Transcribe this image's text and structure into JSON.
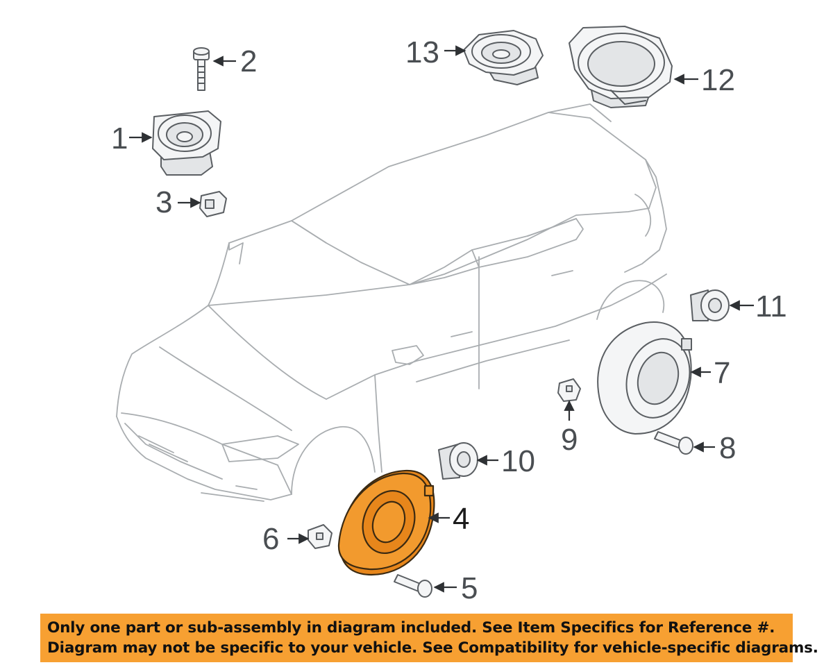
{
  "diagram": {
    "callouts": {
      "c1": "1",
      "c2": "2",
      "c3": "3",
      "c4": "4",
      "c5": "5",
      "c6": "6",
      "c7": "7",
      "c8": "8",
      "c9": "9",
      "c10": "10",
      "c11": "11",
      "c12": "12",
      "c13": "13"
    },
    "highlighted_part": "4",
    "colors": {
      "highlight": "#f29a2e",
      "banner": "#f7a032",
      "line": "#555a5e"
    }
  },
  "banner": {
    "line1": "Only one part or sub-assembly in diagram included. See Item Specifics for Reference #.",
    "line2": "Diagram may not be specific to your vehicle. See Compatibility for vehicle-specific diagrams."
  }
}
